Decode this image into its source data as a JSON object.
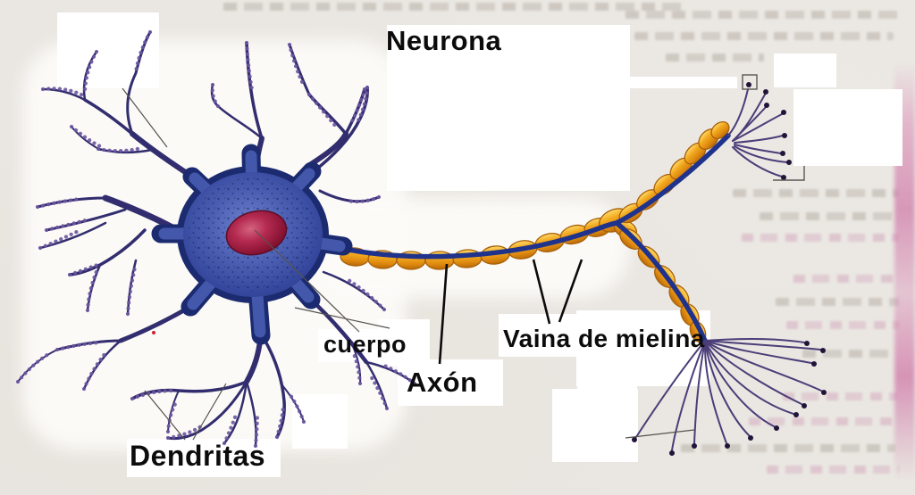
{
  "diagram": {
    "title": "Neurona",
    "parts": [
      {
        "id": "cuerpo",
        "label": "cuerpo"
      },
      {
        "id": "axon",
        "label": "Axón"
      },
      {
        "id": "vaina",
        "label": "Vaina de mielina"
      },
      {
        "id": "dendritas",
        "label": "Dendritas"
      }
    ]
  },
  "colors": {
    "background": "#eae7e2",
    "paper": "#fbfaf7",
    "soma_blue": "#4458ab",
    "soma_outline": "#1c2b70",
    "nucleus_red": "#a11c40",
    "axon_blue": "#1f338c",
    "myelin_orange": "#eda019",
    "myelin_outline": "#a8610a",
    "dendrite_purple": "#322d6e",
    "terminal_dot": "#221438",
    "label_text": "#0c0c0c",
    "page_edge_pink": "#d882b0",
    "cover_box": "#ffffff"
  }
}
